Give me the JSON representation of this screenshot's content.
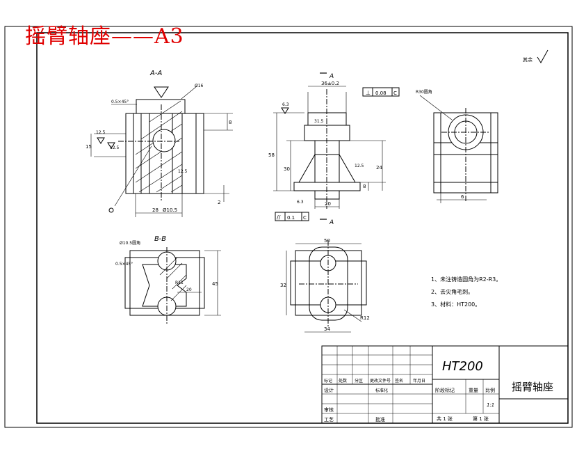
{
  "title": "摇臂轴座——A3",
  "roughness_note": "其余",
  "views": {
    "aa_label": "A-A",
    "bb_label": "B-B",
    "a_marker": "A"
  },
  "dimensions": {
    "front": [
      "36±0.2",
      "58",
      "30",
      "31.5",
      "24",
      "8",
      "20",
      "6.3",
      "6.3",
      "12.5"
    ],
    "section_aa": [
      "8",
      "15",
      "2",
      "28",
      "Ø10.5",
      "Ø16",
      "12.5",
      "12.5",
      "12.5",
      "0.5×45°"
    ],
    "side": [
      "R30圆角",
      "6"
    ],
    "section_bb": [
      "Ø10.5圆角",
      "45",
      "R11",
      "20",
      "0.5×45°"
    ],
    "top": [
      "50",
      "32",
      "34",
      "R12"
    ]
  },
  "tolerance_frames": {
    "perpendicularity": {
      "symbol": "⊥",
      "value": "0.08",
      "datum": "C"
    },
    "parallelism": {
      "symbol": "//",
      "value": "0.1",
      "datum": "C"
    }
  },
  "tech_notes": [
    "1、未注铸造圆角为R2-R3。",
    "2、去尖角毛刺。",
    "3、材料：HT200。"
  ],
  "title_block": {
    "material": "HT200",
    "part_name": "摇臂轴座",
    "rev_headers": [
      "标记",
      "处数",
      "分区",
      "更改文件号",
      "签名",
      "年月日"
    ],
    "row_labels": [
      "设计",
      "标准化",
      "审核",
      "工艺",
      "批准"
    ],
    "stage_headers": [
      "阶段标记",
      "重量",
      "比例"
    ],
    "scale": "1:1",
    "sheets_total": "共 1 张",
    "sheet_no": "第 1 张"
  }
}
